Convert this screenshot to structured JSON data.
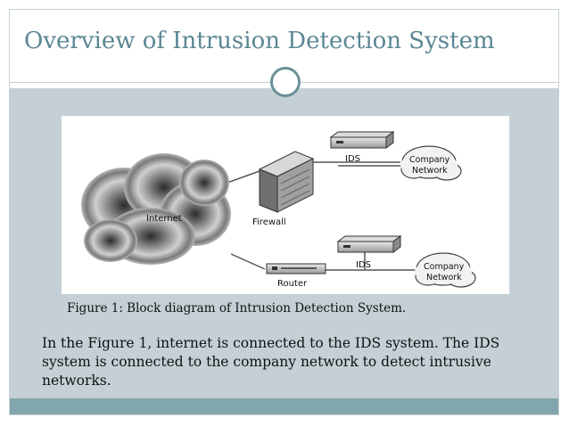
{
  "slide": {
    "title": "Overview of Intrusion Detection System",
    "caption": "Figure 1: Block diagram of Intrusion Detection System.",
    "body": "In the Figure 1, internet is connected to the IDS system. The IDS system is connected to the company network to detect intrusive networks."
  },
  "diagram": {
    "internet_label": "Internet",
    "firewall_label": "Firewall",
    "router_label": "Router",
    "ids_top_label": "IDS",
    "ids_bottom_label": "IDS",
    "network_top_line1": "Company",
    "network_top_line2": "Network",
    "network_bottom_line1": "Company",
    "network_bottom_line2": "Network"
  },
  "colors": {
    "title": "#5b8794",
    "content_background": "#c4d0d5",
    "bottom_bar": "#82a6ad",
    "ornament_ring": "#6a8f98"
  }
}
